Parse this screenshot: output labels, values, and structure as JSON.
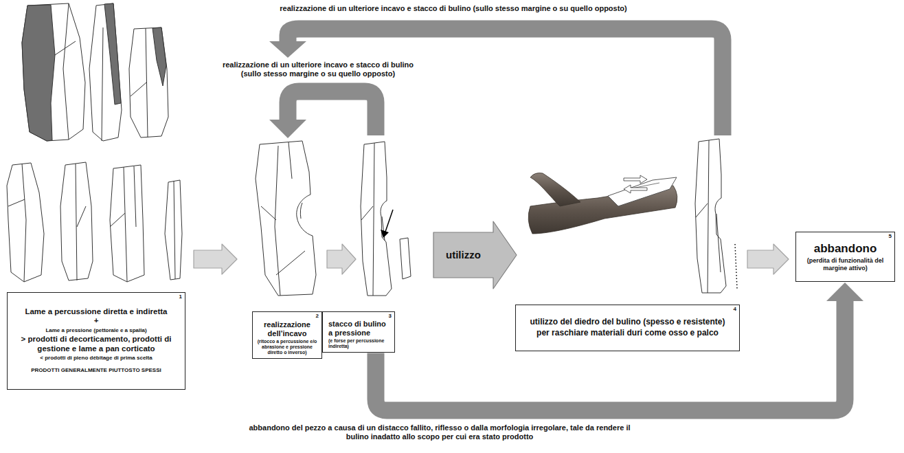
{
  "diagram": {
    "nodes": [
      {
        "text": [
          "1",
          "Lame a percussione diretta e indiretta",
          "+",
          "Lame a pressione (pettorale e a spalla)",
          "> prodotti di decorticamento, prodotti di gestione e lame a pan corticato",
          "< prodotti di pieno débitage di prima scelta",
          "PRODOTTI GENERALMENTE PIUTTOSTO SPESSI"
        ]
      },
      {
        "text": [
          "2",
          "realizzazione dell’incavo",
          "(ritocco a percussione e/o abrasione e pressione diretto o inverso)"
        ]
      },
      {
        "text": [
          "3",
          "stacco di bulino a pressione",
          "(e forse per percussione indiretta)"
        ]
      },
      {
        "text": [
          "4",
          "utilizzo del diedro del bulino (spesso e resistente) per raschiare materiali duri come osso e palco"
        ]
      },
      {
        "text": [
          "5",
          "abbandono",
          "(perdita di funzionalità del margine attivo)"
        ]
      }
    ],
    "edges": [
      {
        "from": 0,
        "to": 1,
        "arrow": "to"
      },
      {
        "from": 1,
        "to": 2,
        "arrow": "to"
      },
      {
        "from": 2,
        "to": 3,
        "label": "utilizzo",
        "arrow": "to"
      },
      {
        "from": 3,
        "to": 4,
        "arrow": "to"
      },
      {
        "from": 2,
        "to": 1,
        "label": "realizzazione di un ulteriore incavo e stacco di bulino (sullo stesso margine o su quello opposto)",
        "arrow": "to"
      },
      {
        "from": 3,
        "to": 1,
        "label": "realizzazione di un ulteriore incavo e stacco di bulino (sullo stesso margine o su quello opposto)",
        "arrow": "to"
      },
      {
        "from": 2,
        "to": 4,
        "label": "abbandono del pezzo a causa di un distacco fallito, riflesso o dalla morfologia irregolare, tale da rendere il bulino inadatto allo scopo per cui era stato prodotto",
        "arrow": "to"
      }
    ]
  }
}
